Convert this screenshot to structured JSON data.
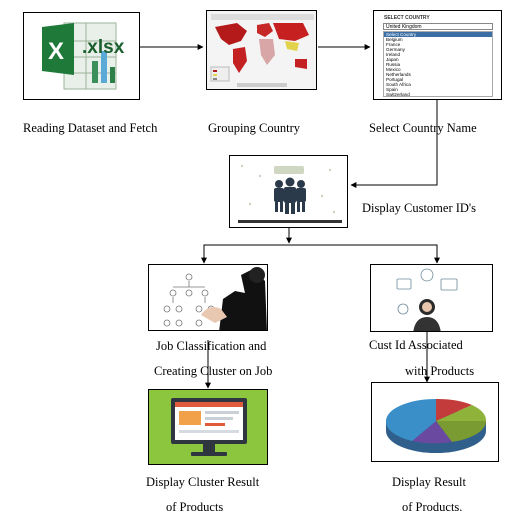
{
  "steps": {
    "read": {
      "caption": "Reading Dataset and Fetch",
      "icon": "excel-icon",
      "excel_text": ".xlsx",
      "excel_color": "#1f7a3a"
    },
    "group": {
      "caption": "Grouping Country",
      "icon": "world-map-icon"
    },
    "select": {
      "caption": "Select Country Name",
      "icon": "country-dropdown-icon",
      "dropdown_title": "SELECT COUNTRY",
      "dropdown_value": "United Kingdom",
      "options": [
        "Select Country",
        "Belgium",
        "France",
        "Germany",
        "Ireland",
        "Japan",
        "Russia",
        "Mexico",
        "Netherlands",
        "Portugal",
        "South Africa",
        "Spain",
        "Switzerland"
      ]
    },
    "display_ids": {
      "caption": "Display Customer ID's",
      "icon": "people-group-icon"
    },
    "job": {
      "caption_line1": "Job Classification and",
      "caption_line2": "Creating Cluster on Job",
      "icon": "org-chart-icon"
    },
    "cust": {
      "caption_line1": "Cust Id Associated",
      "caption_line2": "with Products",
      "icon": "support-agent-icon"
    },
    "cluster_result": {
      "caption_line1": "Display Cluster Result",
      "caption_line2": "of Products",
      "icon": "monitor-icon",
      "bg_color": "#8cc63f"
    },
    "result": {
      "caption_line1": "Display Result",
      "caption_line2": "of  Products.",
      "icon": "pie-chart-icon"
    }
  }
}
